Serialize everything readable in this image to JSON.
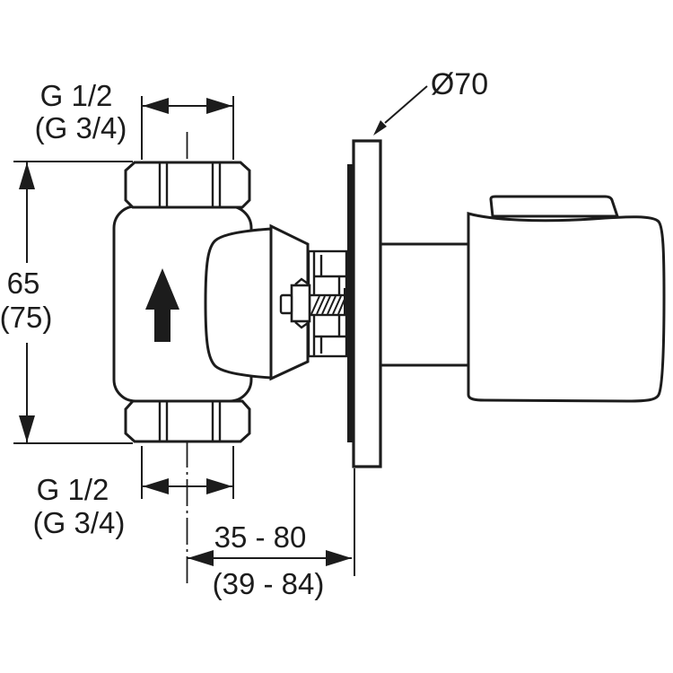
{
  "drawing": {
    "dimensions": {
      "top_thread": {
        "primary": "G 1/2",
        "alternate": "(G 3/4)"
      },
      "bottom_thread": {
        "primary": "G 1/2",
        "alternate": "(G 3/4)"
      },
      "height": {
        "primary": "65",
        "alternate": "(75)"
      },
      "plate": {
        "diameter": "Ø70"
      },
      "wall_depth": {
        "primary": "35 - 80",
        "alternate": "(39 - 84)"
      }
    },
    "colors": {
      "line": "#1c1c1c",
      "background": "#ffffff",
      "fill": "#ffffff"
    }
  }
}
